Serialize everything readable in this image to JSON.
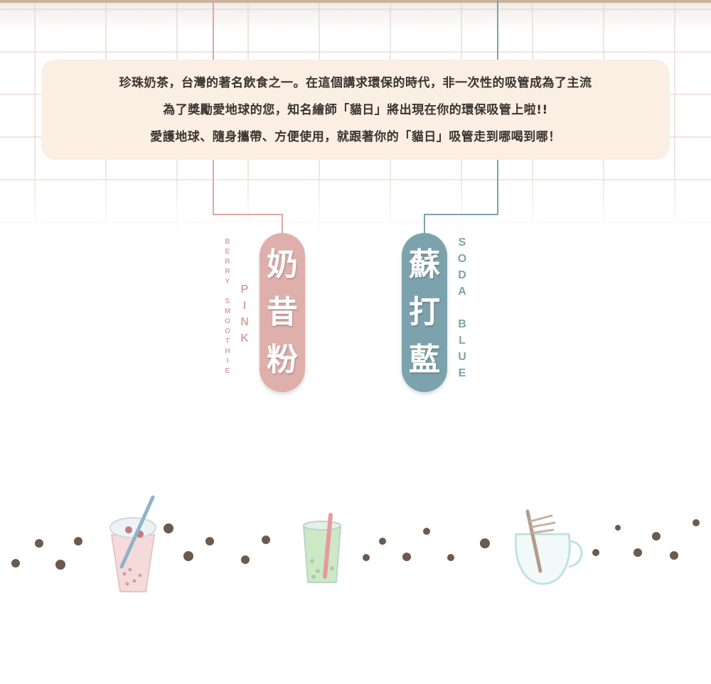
{
  "intro": {
    "lines": [
      "珍珠奶茶，台灣的著名飲食之一。在這個講求環保的時代，非一次性的吸管成為了主流",
      "為了獎勵愛地球的您，知名繪師「貓日」將出現在你的環保吸管上啦!!",
      "愛護地球、隨身攜帶、方便使用，就跟著你的「貓日」吸管走到哪喝到哪！"
    ]
  },
  "variants": [
    {
      "name_zh": [
        "奶",
        "昔",
        "粉"
      ],
      "sub_en": [
        "B",
        "E",
        "R",
        "R",
        "Y",
        " ",
        "S",
        "M",
        "O",
        "O",
        "T",
        "H",
        "I",
        "E"
      ],
      "color_en": [
        "P",
        "I",
        "N",
        "K"
      ],
      "color": "#dfb0ab"
    },
    {
      "name_zh": [
        "蘇",
        "打",
        "藍"
      ],
      "color_en": [
        "S",
        "O",
        "D",
        "A",
        " ",
        "B",
        "L",
        "U",
        "E"
      ],
      "color": "#7ca3ad"
    }
  ],
  "colors": {
    "bubble": "#6b5a4d",
    "pink_line": "#dfb0ab",
    "blue_line": "#7ca3ad",
    "intro_bg": "#fbeee2"
  },
  "decor": {
    "icons": [
      "bubble-tea-cup-icon",
      "green-drink-glass-icon",
      "pitcher-straw-icon"
    ]
  }
}
